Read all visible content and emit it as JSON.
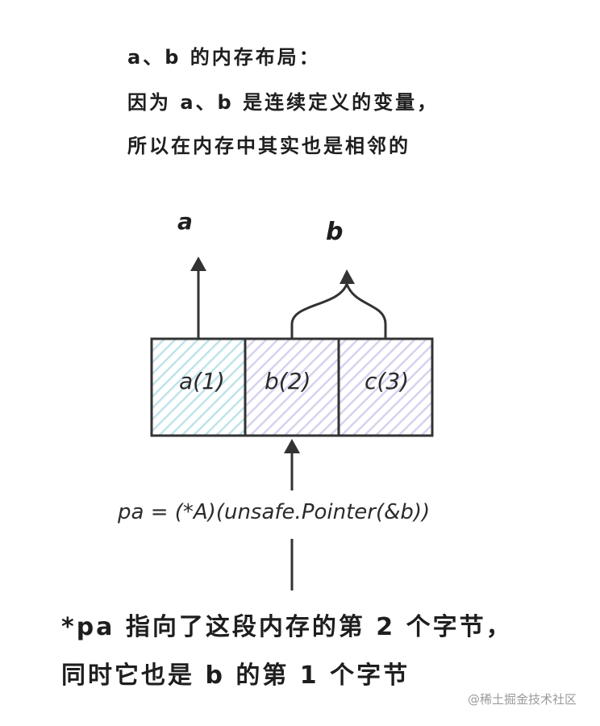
{
  "intro": {
    "line1": "a、b 的内存布局：",
    "line2": "因为 a、b 是连续定义的变量，",
    "line3": "所以在内存中其实也是相邻的"
  },
  "labels": {
    "a": "a",
    "b": "b"
  },
  "cells": [
    {
      "label": "a(1)",
      "fill": "#cfe9ef"
    },
    {
      "label": "b(2)",
      "fill": "#d9d6f0"
    },
    {
      "label": "c(3)",
      "fill": "#d9d6f0"
    }
  ],
  "pointer_expression": "pa = (*A)(unsafe.Pointer(&b))",
  "outro": {
    "line1": "*pa 指向了这段内存的第 2 个字节，",
    "line2": "同时它也是 b 的第 1 个字节"
  },
  "watermark": "@稀土掘金技术社区",
  "colors": {
    "stroke": "#1e1e1e",
    "text": "#1e1e1e",
    "watermark": "#9a9a9a"
  }
}
